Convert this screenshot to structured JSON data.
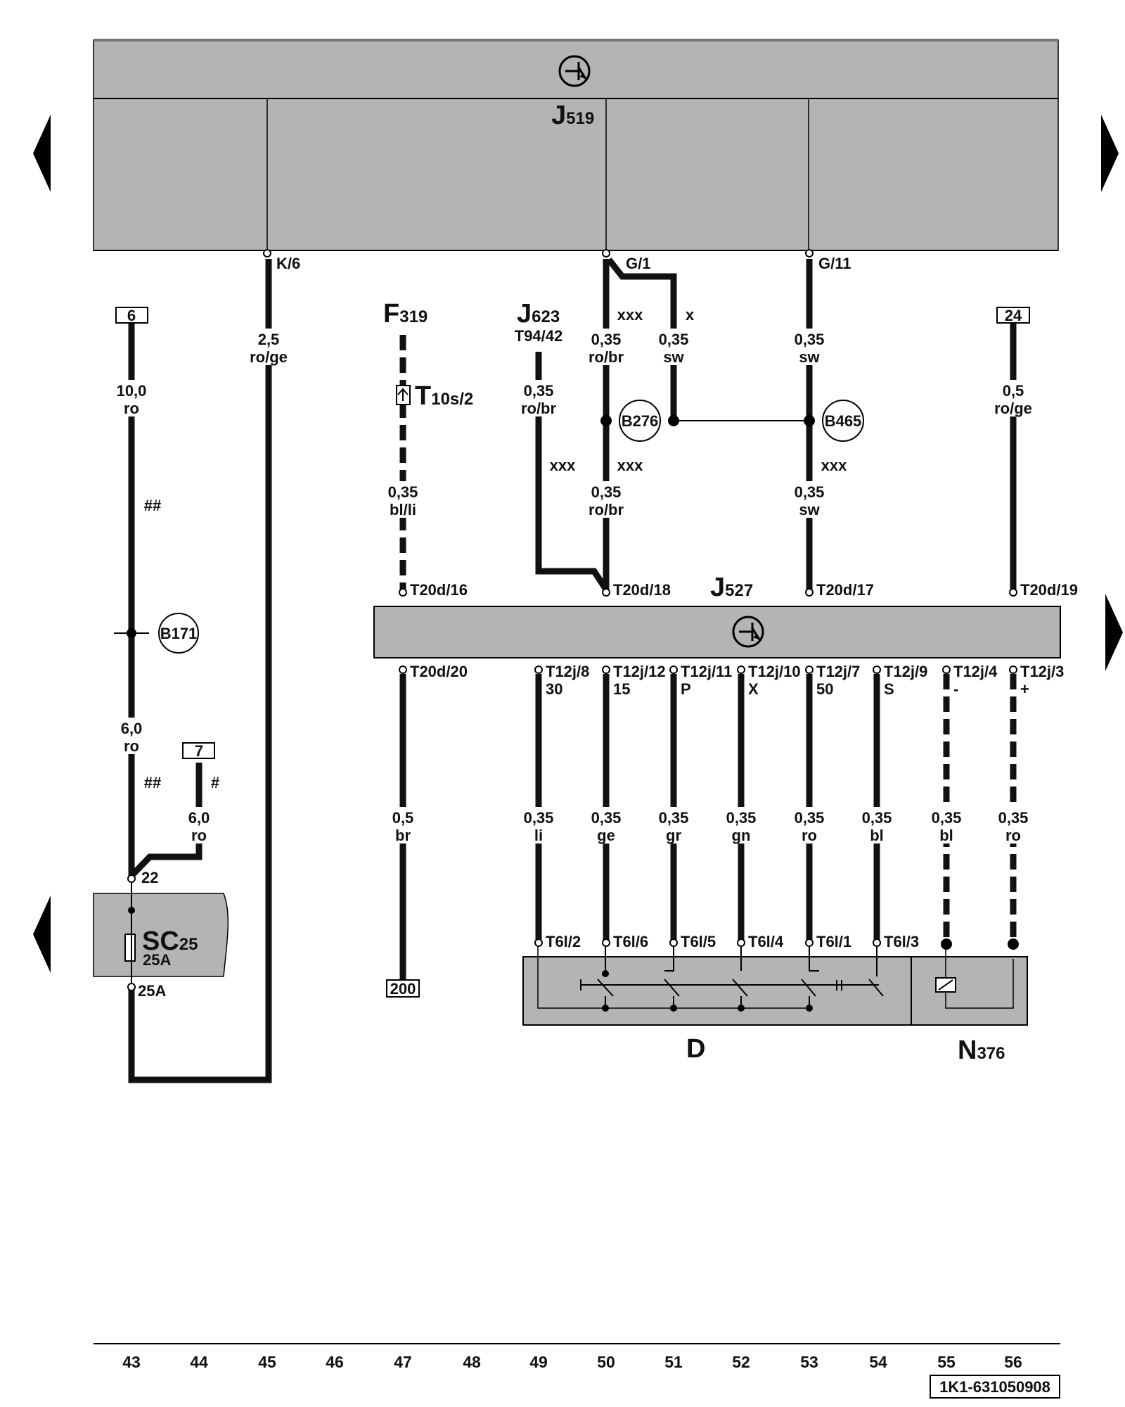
{
  "components": {
    "j519": {
      "main": "J",
      "sub": "519"
    },
    "j527": {
      "main": "J",
      "sub": "527"
    },
    "f319": {
      "main": "F",
      "sub": "319"
    },
    "j623": {
      "main": "J",
      "sub": "623",
      "pin": "T94/42"
    },
    "t10s": {
      "main": "T",
      "sub": "10s/2"
    },
    "sc25": {
      "main": "SC",
      "sub": "25",
      "rating": "25A"
    },
    "d": {
      "main": "D"
    },
    "n376": {
      "main": "N",
      "sub": "376"
    }
  },
  "connectors": {
    "k6": "K/6",
    "g1": "G/1",
    "g11": "G/11",
    "t20d16": "T20d/16",
    "t20d18": "T20d/18",
    "t20d17": "T20d/17",
    "t20d19": "T20d/19",
    "t20d20": "T20d/20",
    "t12j8": "T12j/8",
    "t12j12": "T12j/12",
    "t12j11": "T12j/11",
    "t12j10": "T12j/10",
    "t12j7": "T12j/7",
    "t12j9": "T12j/9",
    "t12j4": "T12j/4",
    "t12j3": "T12j/3",
    "t6l2": "T6l/2",
    "t6l6": "T6l/6",
    "t6l5": "T6l/5",
    "t6l4": "T6l/4",
    "t6l1": "T6l/1",
    "t6l3": "T6l/3",
    "p22": "22",
    "p25a": "25A"
  },
  "terminal_functions": {
    "f30": "30",
    "f15": "15",
    "fp": "P",
    "fx": "X",
    "f50": "50",
    "fs": "S",
    "fminus": "-",
    "fplus": "+"
  },
  "references": {
    "r6": "6",
    "r7": "7",
    "r24": "24",
    "r200": "200"
  },
  "splices": {
    "b171": "B171",
    "b276": "B276",
    "b465": "B465"
  },
  "wires": {
    "w43a": {
      "size": "10,0",
      "color": "ro"
    },
    "w43b": {
      "size": "6,0",
      "color": "ro"
    },
    "w44": {
      "size": "6,0",
      "color": "ro"
    },
    "w45": {
      "size": "2,5",
      "color": "ro/ge"
    },
    "w47a": {
      "size": "0,35",
      "color": "bl/li"
    },
    "w47b": {
      "size": "0,5",
      "color": "br"
    },
    "w49a": {
      "size": "0,35",
      "color": "ro/br"
    },
    "w49b": {
      "size": "0,35",
      "color": "li"
    },
    "w50a": {
      "size": "0,35",
      "color": "ro/br"
    },
    "w50b": {
      "size": "0,35",
      "color": "ro/br"
    },
    "w50c": {
      "size": "0,35",
      "color": "ge"
    },
    "w51a": {
      "size": "0,35",
      "color": "sw"
    },
    "w51b": {
      "size": "0,35",
      "color": "gr"
    },
    "w52": {
      "size": "0,35",
      "color": "gn"
    },
    "w53a": {
      "size": "0,35",
      "color": "sw"
    },
    "w53b": {
      "size": "0,35",
      "color": "sw"
    },
    "w53c": {
      "size": "0,35",
      "color": "ro"
    },
    "w54": {
      "size": "0,35",
      "color": "bl"
    },
    "w55": {
      "size": "0,35",
      "color": "bl"
    },
    "w56a": {
      "size": "0,5",
      "color": "ro/ge"
    },
    "w56b": {
      "size": "0,35",
      "color": "ro"
    }
  },
  "markers": {
    "hash2": "##",
    "hash1": "#",
    "xxx": "xxx",
    "x": "x"
  },
  "columns": [
    "43",
    "44",
    "45",
    "46",
    "47",
    "48",
    "49",
    "50",
    "51",
    "52",
    "53",
    "54",
    "55",
    "56"
  ],
  "diagram_id": "1K1-631050908",
  "colors": {
    "module_fill": "#b4b4b4",
    "wire": "#111111",
    "line": "#000000"
  }
}
